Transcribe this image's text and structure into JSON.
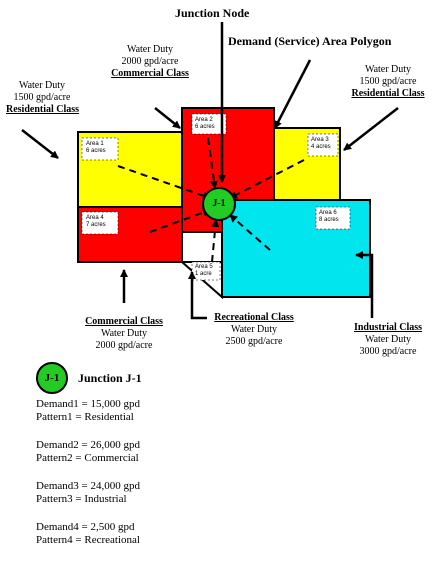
{
  "labels": {
    "junction_node": "Junction Node",
    "demand_polygon": "Demand (Service) Area Polygon"
  },
  "junction": {
    "id": "J-1",
    "title": "Junction J-1"
  },
  "areas": [
    {
      "name": "Area 1",
      "size": "6 acres",
      "color": "#ffff00"
    },
    {
      "name": "Area 2",
      "size": "6 acres",
      "color": "#ff0000"
    },
    {
      "name": "Area 3",
      "size": "4 acres",
      "color": "#ffff00"
    },
    {
      "name": "Area 4",
      "size": "7 acres",
      "color": "#ff0000"
    },
    {
      "name": "Area 5",
      "size": "1 acre",
      "color": "#ffffff"
    },
    {
      "name": "Area 6",
      "size": "8 acres",
      "color": "#00e5ee"
    }
  ],
  "callouts": {
    "commercial_top": {
      "duty_label": "Water Duty",
      "duty_value": "2000 gpd/acre",
      "class": "Commercial Class"
    },
    "residential_left": {
      "duty_label": "Water Duty",
      "duty_value": "1500 gpd/acre",
      "class": "Residential Class"
    },
    "residential_right": {
      "duty_label": "Water Duty",
      "duty_value": "1500 gpd/acre",
      "class": "Residential  Class"
    },
    "commercial_bottom": {
      "class": "Commercial Class",
      "duty_label": "Water Duty",
      "duty_value": "2000 gpd/acre"
    },
    "recreational": {
      "class": "Recreational Class",
      "duty_label": "Water Duty",
      "duty_value": "2500 gpd/acre"
    },
    "industrial": {
      "class": "Industrial Class",
      "duty_label": "Water Duty",
      "duty_value": "3000 gpd/acre"
    }
  },
  "demands": [
    {
      "demand": "Demand1 = 15,000 gpd",
      "pattern": "Pattern1  = Residential"
    },
    {
      "demand": "Demand2 = 26,000 gpd",
      "pattern": "Pattern2  = Commercial"
    },
    {
      "demand": "Demand3 = 24,000 gpd",
      "pattern": "Pattern3  = Industrial"
    },
    {
      "demand": "Demand4 = 2,500 gpd",
      "pattern": "Pattern4  = Recreational"
    }
  ],
  "colors": {
    "residential": "#ffff00",
    "commercial": "#ff0000",
    "industrial": "#00e5ee",
    "junction": "#22cc22"
  }
}
